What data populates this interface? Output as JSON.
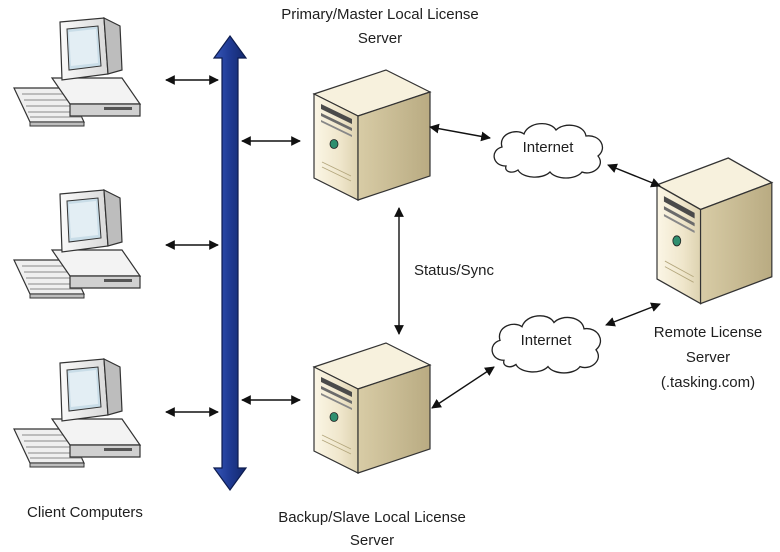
{
  "labels": {
    "primary_server_line1": "Primary/Master Local License",
    "primary_server_line2": "Server",
    "backup_server_line1": "Backup/Slave Local License",
    "backup_server_line2": "Server",
    "remote_server_line1": "Remote License",
    "remote_server_line2": "Server",
    "remote_server_line3": "(.tasking.com)",
    "client_computers": "Client Computers",
    "status_sync": "Status/Sync",
    "internet_top": "Internet",
    "internet_bottom": "Internet"
  },
  "icons": {
    "client": "desktop-computer-icon",
    "server": "tower-server-icon",
    "cloud": "internet-cloud-icon",
    "bus": "network-bus-icon"
  },
  "colors": {
    "bus": "#1f3a93",
    "server_body": "#f2ead2",
    "monitor_screen": "#c9dde8",
    "arrow": "#111111"
  }
}
